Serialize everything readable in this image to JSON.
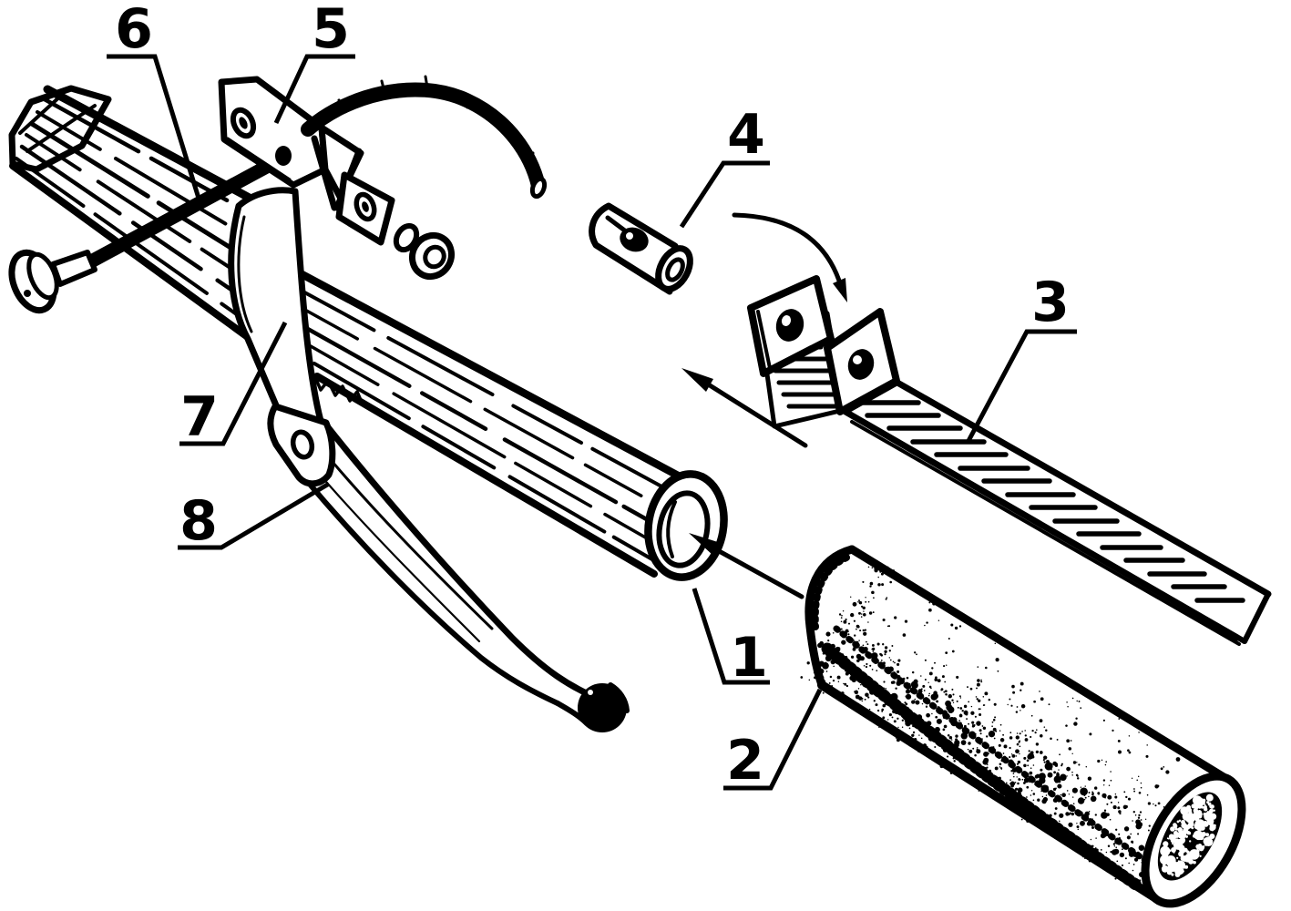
{
  "page": {
    "paper_color": "#ffffff",
    "ink_color": "#000000",
    "kind": "exploded-parts-line-drawing"
  },
  "diagram": {
    "labels": [
      {
        "text": "1",
        "part": "tube-open-end"
      },
      {
        "text": "2",
        "part": "textured-grip-sleeve"
      },
      {
        "text": "3",
        "part": "hatched-clamp-strap"
      },
      {
        "text": "4",
        "part": "small-barrel-nipple"
      },
      {
        "text": "5",
        "part": "angle-bracket-plate"
      },
      {
        "text": "6",
        "part": "long-rod-with-knob-head"
      },
      {
        "text": "7",
        "part": "clamp-band"
      },
      {
        "text": "8",
        "part": "curved-hand-lever"
      }
    ]
  }
}
